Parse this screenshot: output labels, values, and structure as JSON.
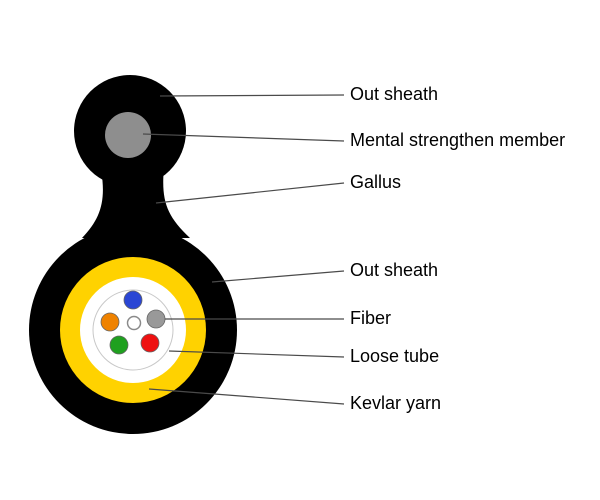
{
  "diagram": {
    "type": "fiber-optic-cable-cross-section",
    "labels": {
      "out_sheath_top": "Out sheath",
      "strength_member": "Mental strengthen member",
      "gallus": "Gallus",
      "out_sheath_bottom": "Out sheath",
      "fiber": "Fiber",
      "loose_tube": "Loose tube",
      "kevlar_yarn": "Kevlar yarn"
    },
    "colors": {
      "sheath": "#000000",
      "strength_member": "#8e8e8e",
      "kevlar": "#ffd200",
      "tube_bg": "#ffffff",
      "tube_outline": "#c8c8c8",
      "fiber_blue": "#2a46d4",
      "fiber_orange": "#ef8200",
      "fiber_gray": "#999999",
      "fiber_green": "#1fa01f",
      "fiber_red": "#ee1111",
      "fiber_center_white": "#ffffff",
      "line": "#4a4a4a"
    }
  }
}
